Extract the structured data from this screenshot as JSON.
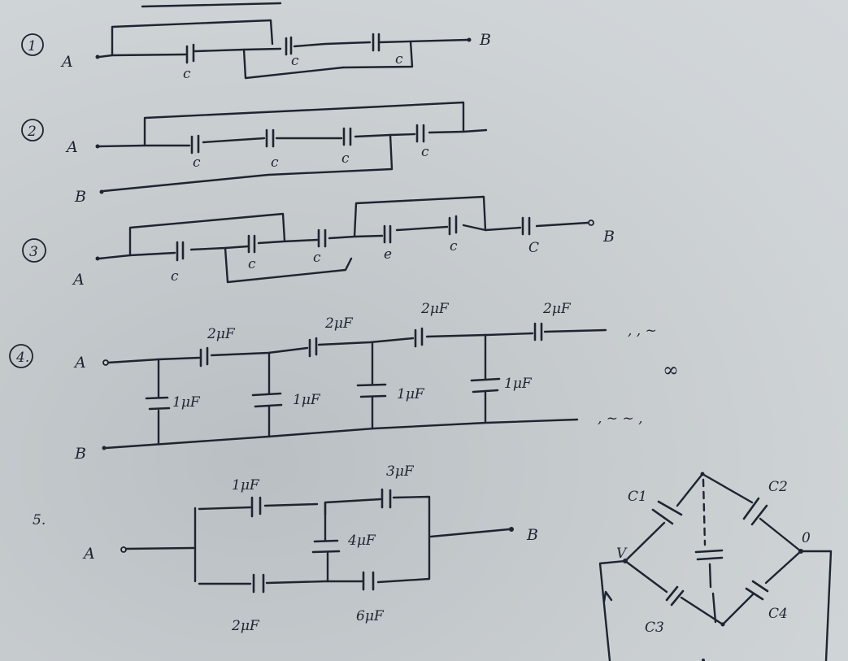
{
  "sheet": {
    "background": "#cdd2d5",
    "ink": "#1e2430"
  },
  "problems": [
    {
      "number": "1",
      "terminals": [
        "A",
        "B"
      ],
      "capacitors": [
        "c",
        "c",
        "c"
      ]
    },
    {
      "number": "2",
      "terminals": [
        "A",
        "B"
      ],
      "capacitors": [
        "c",
        "c",
        "c",
        "c"
      ]
    },
    {
      "number": "3",
      "terminals": [
        "A",
        "B"
      ],
      "capacitors": [
        "c",
        "c",
        "c",
        "e",
        "c",
        "C"
      ]
    },
    {
      "number": "4.",
      "terminals": [
        "A",
        "B"
      ],
      "series_capacitors": [
        "2μF",
        "2μF",
        "2μF",
        "2μF"
      ],
      "shunt_capacitors": [
        "1μF",
        "1μF",
        "1μF",
        "1μF"
      ],
      "continuation": "∞"
    },
    {
      "number": "5.",
      "terminals": [
        "A",
        "B"
      ],
      "capacitors": {
        "top_left": "1μF",
        "top_right": "3μF",
        "middle": "4μF",
        "bottom_left": "2μF",
        "bottom_right": "6μF"
      }
    }
  ],
  "bridge": {
    "capacitors": [
      "C1",
      "C2",
      "C3",
      "C4"
    ],
    "input_label": "V",
    "output_label": "0"
  }
}
